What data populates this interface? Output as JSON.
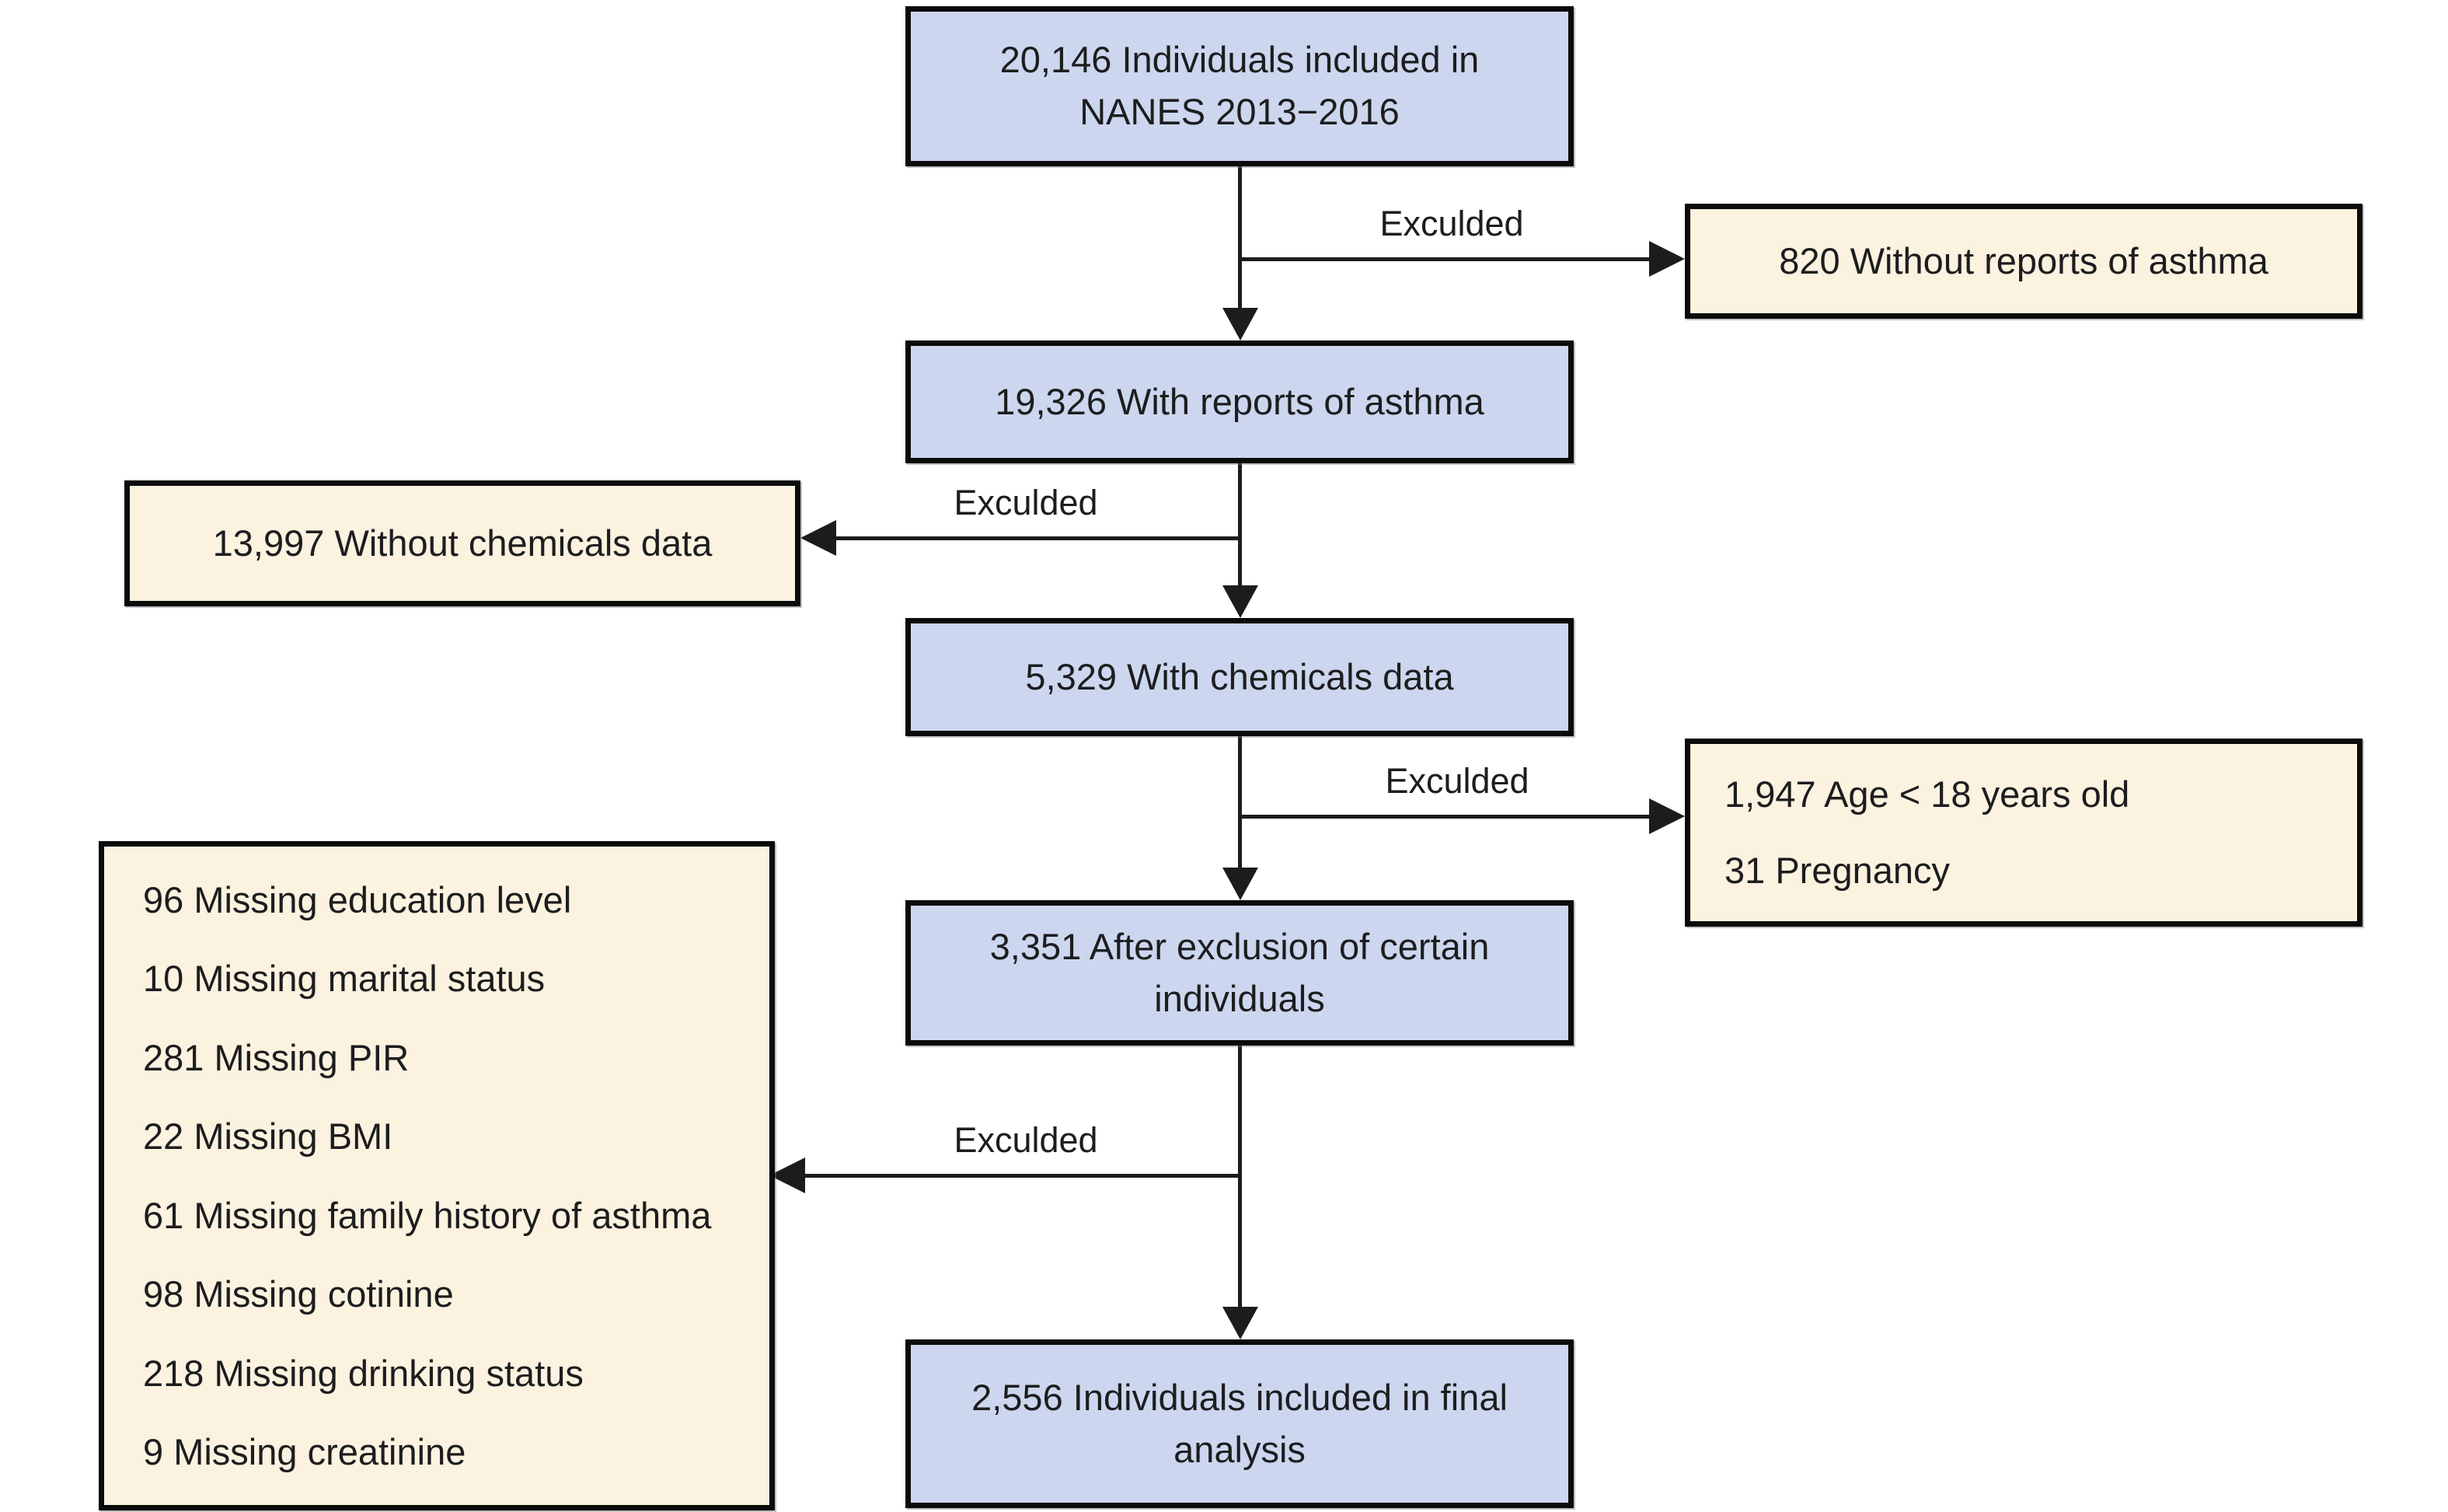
{
  "labels": {
    "excluded": "Exculded"
  },
  "colors": {
    "node_fill": "#ccd6ee",
    "exclusion_fill": "#fbf2df",
    "border": "#0b0b0b",
    "line": "#1c1c1c",
    "background": "#ffffff"
  },
  "nodes": [
    {
      "id": "included-nhanes",
      "lines": [
        "20,146 Individuals included in",
        "NANES 2013−2016"
      ]
    },
    {
      "id": "with-asthma-reports",
      "lines": [
        "19,326 With reports of asthma"
      ]
    },
    {
      "id": "with-chemicals-data",
      "lines": [
        "5,329 With chemicals data"
      ]
    },
    {
      "id": "after-exclusion",
      "lines": [
        "3,351 After exclusion of certain",
        "individuals"
      ]
    },
    {
      "id": "final-analysis",
      "lines": [
        "2,556 Individuals included in final",
        "analysis"
      ]
    }
  ],
  "exclusions": {
    "no_asthma_reports": "820 Without reports of asthma",
    "no_chemicals_data": "13,997 Without chemicals data",
    "age_pregnancy_lines": [
      "1,947 Age < 18 years old",
      "31 Pregnancy"
    ],
    "missing_items": [
      "96 Missing education level",
      "10 Missing marital status",
      "281 Missing PIR",
      "22 Missing BMI",
      "61 Missing family history of asthma",
      "98 Missing cotinine",
      "218 Missing drinking status",
      "9 Missing creatinine"
    ]
  }
}
